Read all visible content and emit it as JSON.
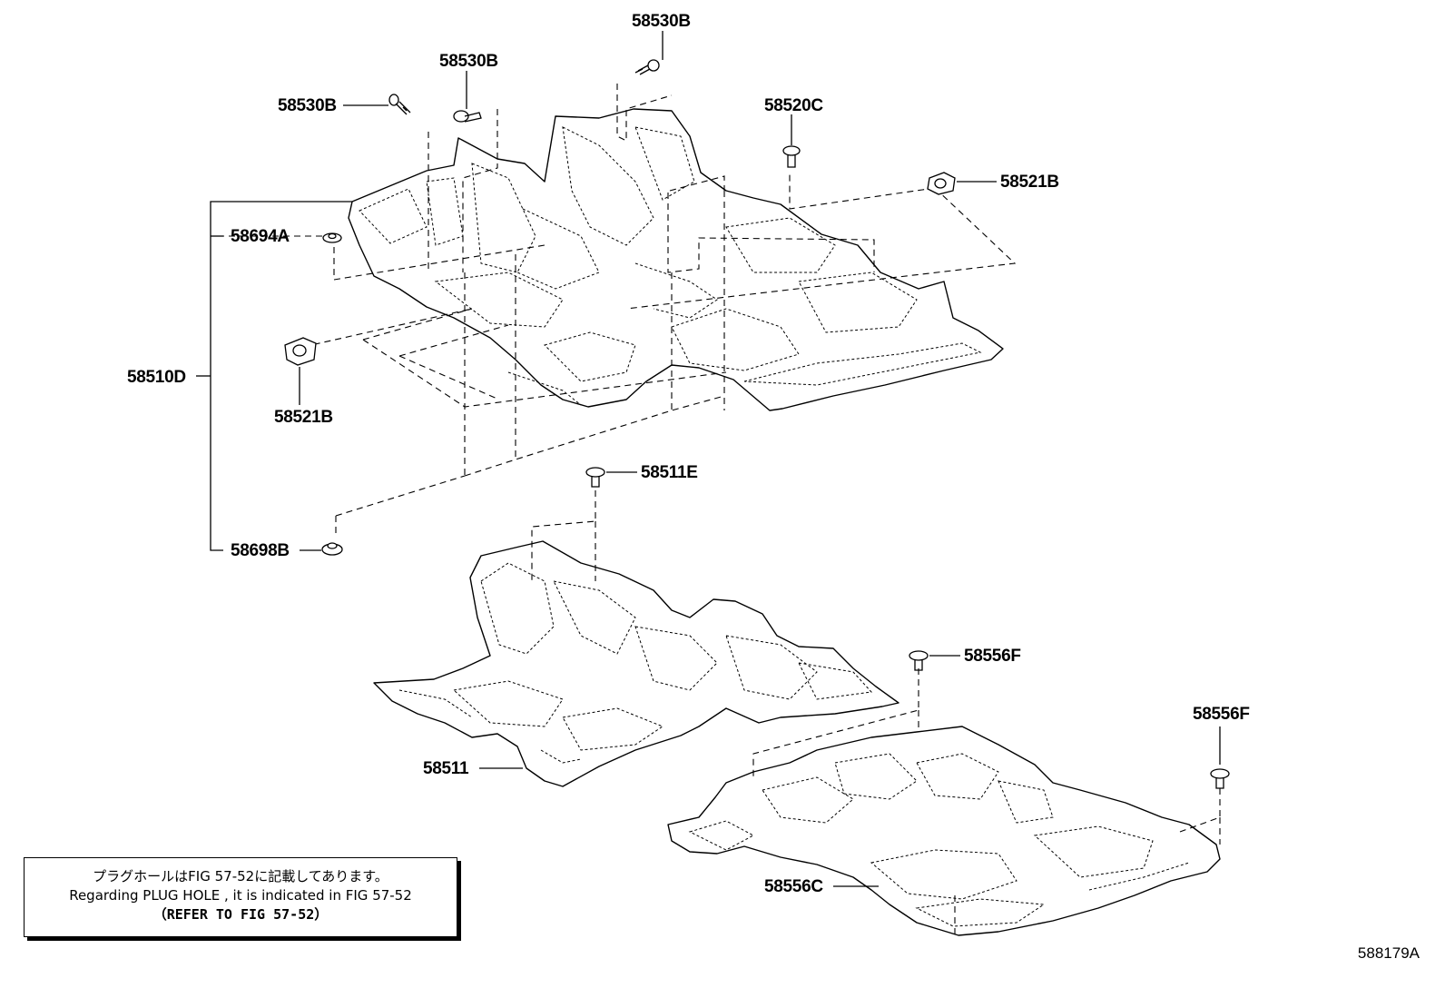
{
  "parts": {
    "p58530B_top": "58530B",
    "p58530B_mid": "58530B",
    "p58530B_left": "58530B",
    "p58520C": "58520C",
    "p58521B_right": "58521B",
    "p58694A": "58694A",
    "p58510D": "58510D",
    "p58521B_left": "58521B",
    "p58511E": "58511E",
    "p58698B": "58698B",
    "p58556F_mid": "58556F",
    "p58556F_right": "58556F",
    "p58511": "58511",
    "p58556C": "58556C"
  },
  "note": {
    "line_jp": "プラグホールはFIG 57-52に記載してあります。",
    "line_en": "Regarding PLUG HOLE , it is indicated in FIG 57-52",
    "line_ref": "（REFER TO FIG 57-52）"
  },
  "figure_number": "588179A"
}
